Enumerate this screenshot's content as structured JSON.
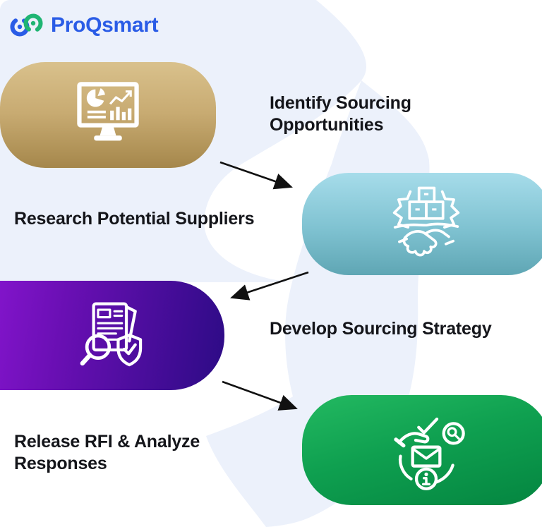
{
  "logo": {
    "text": "ProQsmart",
    "icon": "interlocked-rings-logo-icon",
    "text_color": "#2a5ce6",
    "ring_blue": "#2a5ce6",
    "ring_green": "#1fb573"
  },
  "background": {
    "base_color": "#ffffff",
    "swoosh_color": "#ecf1fb"
  },
  "diagram": {
    "type": "process-flow",
    "steps": [
      {
        "order": 1,
        "label": "Identify Sourcing Opportunities",
        "icon": "monitor-analytics-icon",
        "card_gradient_from": "#d9c18c",
        "card_gradient_to": "#a5874b",
        "card_position": "top-left",
        "label_position": "right-of-card"
      },
      {
        "order": 2,
        "label": "Research Potential Suppliers",
        "icon": "gear-boxes-handshake-icon",
        "card_gradient_from": "#a6dcea",
        "card_gradient_to": "#5fa6b4",
        "card_position": "middle-right",
        "label_position": "left-of-card"
      },
      {
        "order": 3,
        "label": "Develop Sourcing Strategy",
        "icon": "document-magnifier-shield-icon",
        "card_gradient_from": "#8a16d2",
        "card_gradient_to": "#2c0b85",
        "card_position": "middle-left",
        "label_position": "right-of-card"
      },
      {
        "order": 4,
        "label": "Release RFI & Analyze Responses",
        "icon": "hand-mail-search-info-icon",
        "card_gradient_from": "#23b961",
        "card_gradient_to": "#048540",
        "card_position": "bottom-right",
        "label_position": "left-of-card"
      }
    ],
    "arrows": [
      {
        "from": "step-1-card",
        "to": "step-2-card",
        "direction": "down-right"
      },
      {
        "from": "step-2-card",
        "to": "step-3-card",
        "direction": "down-left"
      },
      {
        "from": "step-3-card",
        "to": "step-4-card",
        "direction": "down-right"
      }
    ],
    "arrow_color": "#111111"
  }
}
